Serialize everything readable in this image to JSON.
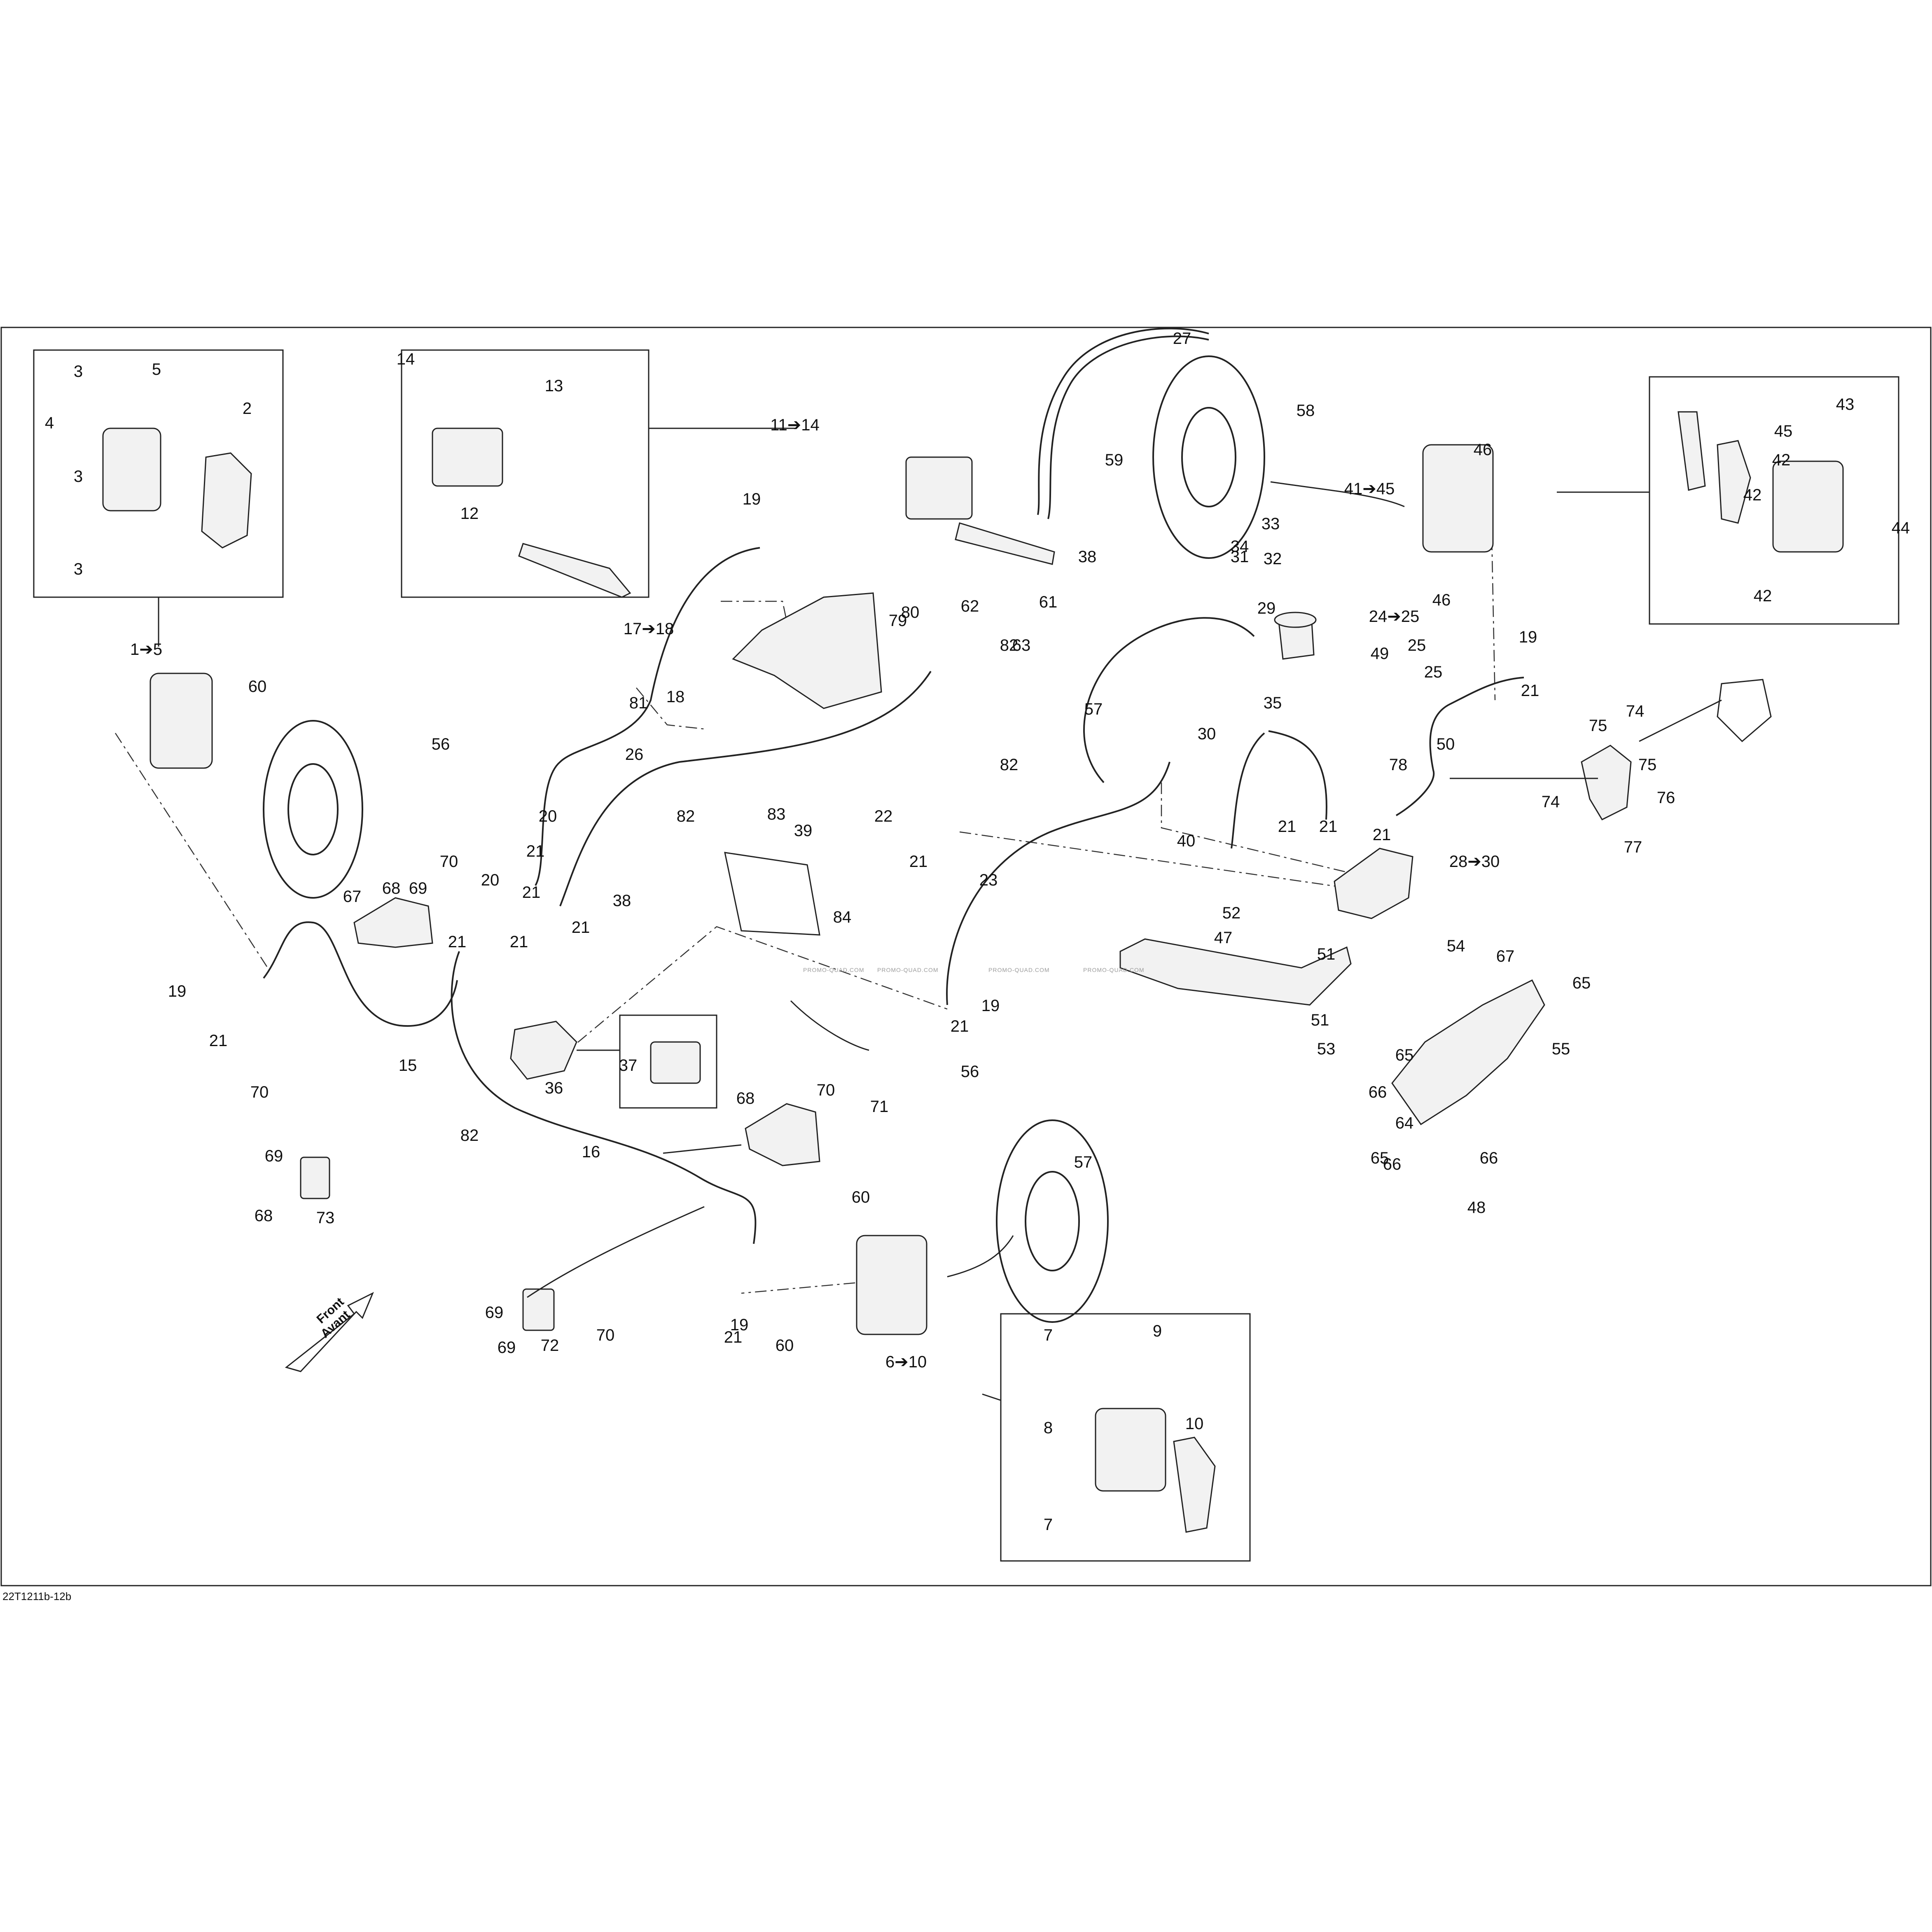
{
  "drawing_code": "22T1211b-12b",
  "watermark": "PROMO-QUAD.COM",
  "front_arrow": {
    "line1": "Front",
    "line2": "Avant"
  },
  "colors": {
    "ink": "#111111",
    "paper": "#ffffff",
    "watermark": "#9a9a9a"
  },
  "callouts": [
    "1➔5",
    "2",
    "3",
    "3",
    "3",
    "4",
    "5",
    "6➔10",
    "7",
    "7",
    "8",
    "9",
    "10",
    "11➔14",
    "12",
    "13",
    "14",
    "15",
    "16",
    "17➔18",
    "18",
    "19",
    "19",
    "19",
    "19",
    "19",
    "20",
    "20",
    "21",
    "21",
    "21",
    "21",
    "21",
    "21",
    "21",
    "21",
    "21",
    "21",
    "21",
    "21",
    "21",
    "22",
    "23",
    "24➔25",
    "25",
    "25",
    "26",
    "27",
    "28➔30",
    "29",
    "30",
    "31",
    "32",
    "33",
    "34",
    "35",
    "36",
    "37",
    "38",
    "38",
    "39",
    "40",
    "41➔45",
    "42",
    "42",
    "42",
    "43",
    "44",
    "45",
    "46",
    "46",
    "47",
    "48",
    "49",
    "50",
    "51",
    "51",
    "52",
    "53",
    "54",
    "55",
    "56",
    "56",
    "57",
    "57",
    "58",
    "59",
    "60",
    "60",
    "60",
    "61",
    "62",
    "63",
    "64",
    "65",
    "65",
    "65",
    "66",
    "66",
    "66",
    "67",
    "67",
    "68",
    "68",
    "68",
    "69",
    "69",
    "69",
    "69",
    "70",
    "70",
    "70",
    "70",
    "71",
    "72",
    "73",
    "74",
    "74",
    "75",
    "75",
    "76",
    "77",
    "78",
    "79",
    "80",
    "81",
    "82",
    "82",
    "82",
    "82",
    "83",
    "84"
  ]
}
